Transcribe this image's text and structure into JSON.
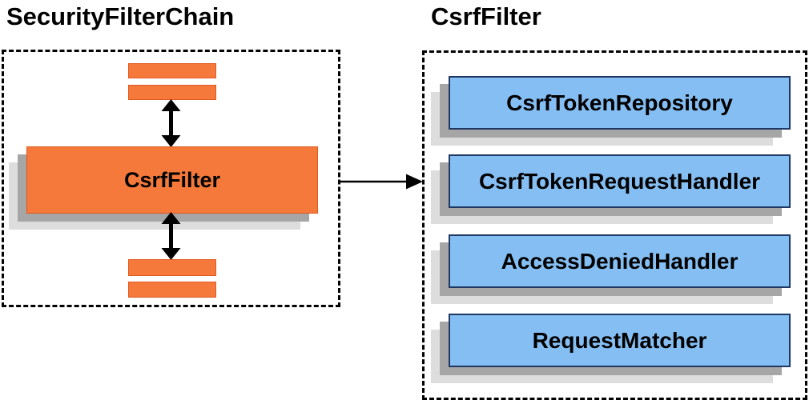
{
  "diagram": {
    "security_filter_chain": {
      "title": "SecurityFilterChain",
      "csrf_filter_label": "CsrfFilter"
    },
    "csrf_filter": {
      "title": "CsrfFilter",
      "components": [
        {
          "label": "CsrfTokenRepository"
        },
        {
          "label": "CsrfTokenRequestHandler"
        },
        {
          "label": "AccessDeniedHandler"
        },
        {
          "label": "RequestMatcher"
        }
      ]
    },
    "colors": {
      "orange": "#F4793B",
      "orange_border": "#E0581F",
      "blue": "#85BEF2",
      "blue_border": "#1F3864",
      "shadow_dark": "#A6A6A6",
      "shadow_light": "#DDDDDD",
      "ink": "#000000"
    }
  }
}
